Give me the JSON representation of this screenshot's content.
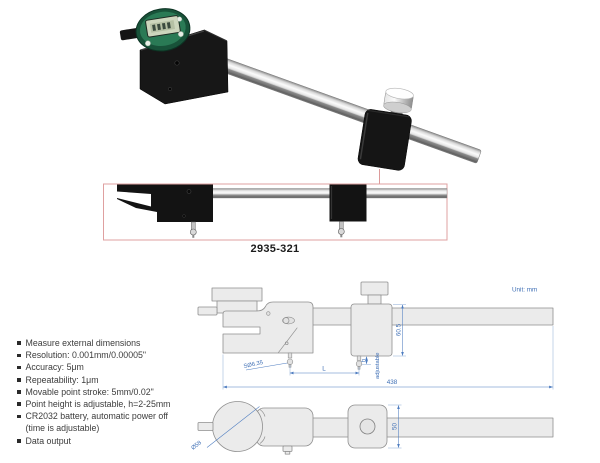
{
  "callout": {
    "model_label": "2935-321"
  },
  "features": {
    "items": [
      "Measure external dimensions",
      "Resolution: 0.001mm/0.00005\"",
      "Accuracy: 5μm",
      "Repeatability: 1μm",
      "Movable point stroke: 5mm/0.02\"",
      "Point height is adjustable, h=2-25mm",
      "CR2032 battery, automatic power off",
      "(time is adjustable)",
      "Data output"
    ]
  },
  "diagram": {
    "unit_label": "Unit: mm",
    "dimensions": {
      "total_length": "438",
      "side_height": "60.5",
      "point_ball": "SØ6.35",
      "between_points": "L",
      "point_height": "h",
      "adjustable_label": "adjustable",
      "dial_diameter": "Ø58",
      "body_width": "50"
    }
  },
  "colors": {
    "dimension_blue": "#3f6fb5",
    "callout_red": "#dfa0a0",
    "indicator_green": "#2a7a55",
    "body_black": "#151515"
  }
}
